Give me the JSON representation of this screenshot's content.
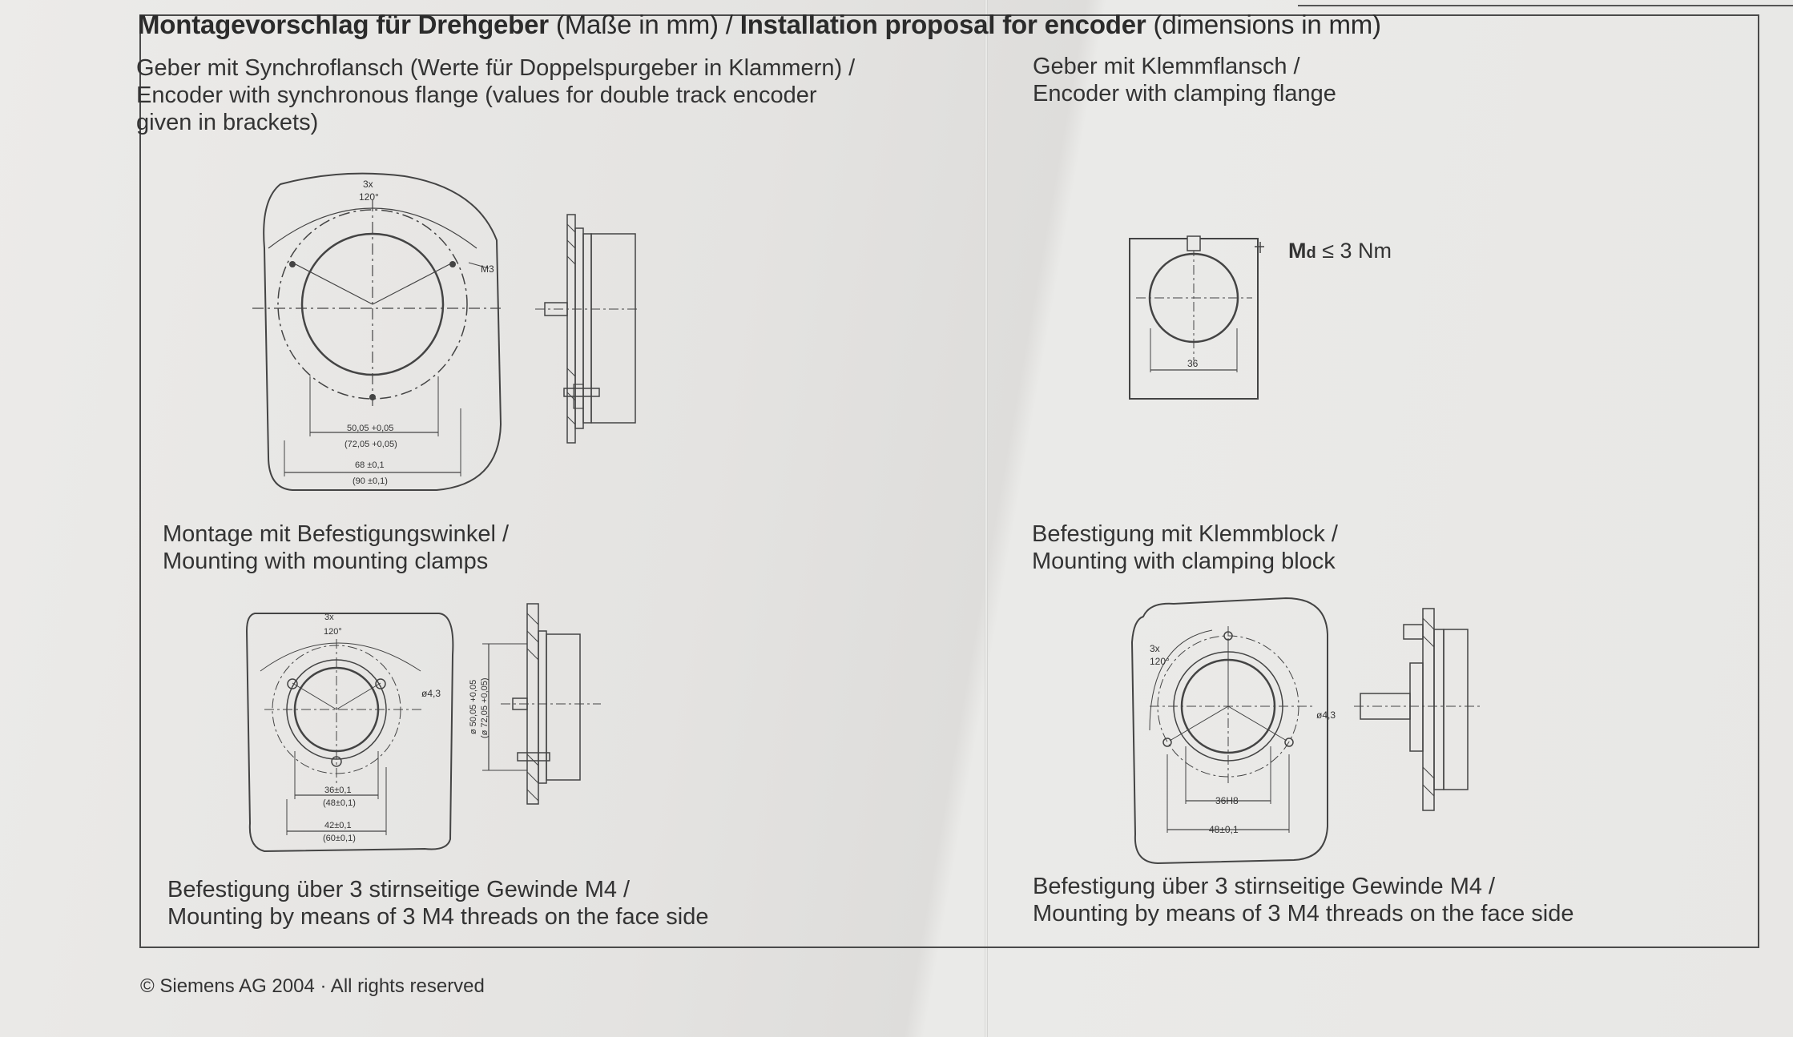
{
  "title": {
    "de_bold": "Montagevorschlag für Drehgeber",
    "de_light": " (Maße in mm) /",
    "en_bold": " Installation proposal for encoder",
    "en_light": " (dimensions in mm)"
  },
  "left_top": {
    "line1": "Geber mit Synchroflansch (Werte für Doppelspurgeber in Klammern) /",
    "line2": "Encoder with synchronous flange (values for double track encoder",
    "line3": "given in brackets)"
  },
  "right_top": {
    "line1": "Geber mit Klemmflansch /",
    "line2": "Encoder with clamping flange"
  },
  "fig1": {
    "count": "3x",
    "angle": "120°",
    "thread": "M3",
    "dim1": "50,05 +0,05",
    "dim1b": "(72,05 +0,05)",
    "dim2": "68 ±0,1",
    "dim2b": "(90 ±0,1)"
  },
  "fig2": {
    "torque_symbol": "M",
    "torque_sub": "d",
    "torque_value": " ≤ 3 Nm",
    "dim": "36"
  },
  "mid_left": {
    "line1": "Montage mit Befestigungswinkel /",
    "line2": "Mounting with mounting clamps"
  },
  "mid_right": {
    "line1": "Befestigung mit Klemmblock /",
    "line2": "Mounting with clamping block"
  },
  "fig3": {
    "count": "3x",
    "angle": "120°",
    "hole": "ø4,3",
    "dim1": "36±0,1",
    "dim1b": "(48±0,1)",
    "dim2": "42±0,1",
    "dim2b": "(60±0,1)",
    "side_dim": "ø 50,05 +0,05",
    "side_dimb": "(ø 72,05 +0,05)"
  },
  "fig4": {
    "count": "3x",
    "angle": "120°",
    "hole": "ø4,3",
    "dim1": "36H8",
    "dim2": "48±0,1"
  },
  "bottom_left": {
    "line1": "Befestigung über 3 stirnseitige Gewinde M4 /",
    "line2": "Mounting by means of 3 M4 threads on the face side"
  },
  "bottom_right": {
    "line1": "Befestigung über 3 stirnseitige Gewinde M4 /",
    "line2": "Mounting by means of 3 M4 threads on the face side"
  },
  "footer": "© Siemens AG 2004 · All rights reserved"
}
